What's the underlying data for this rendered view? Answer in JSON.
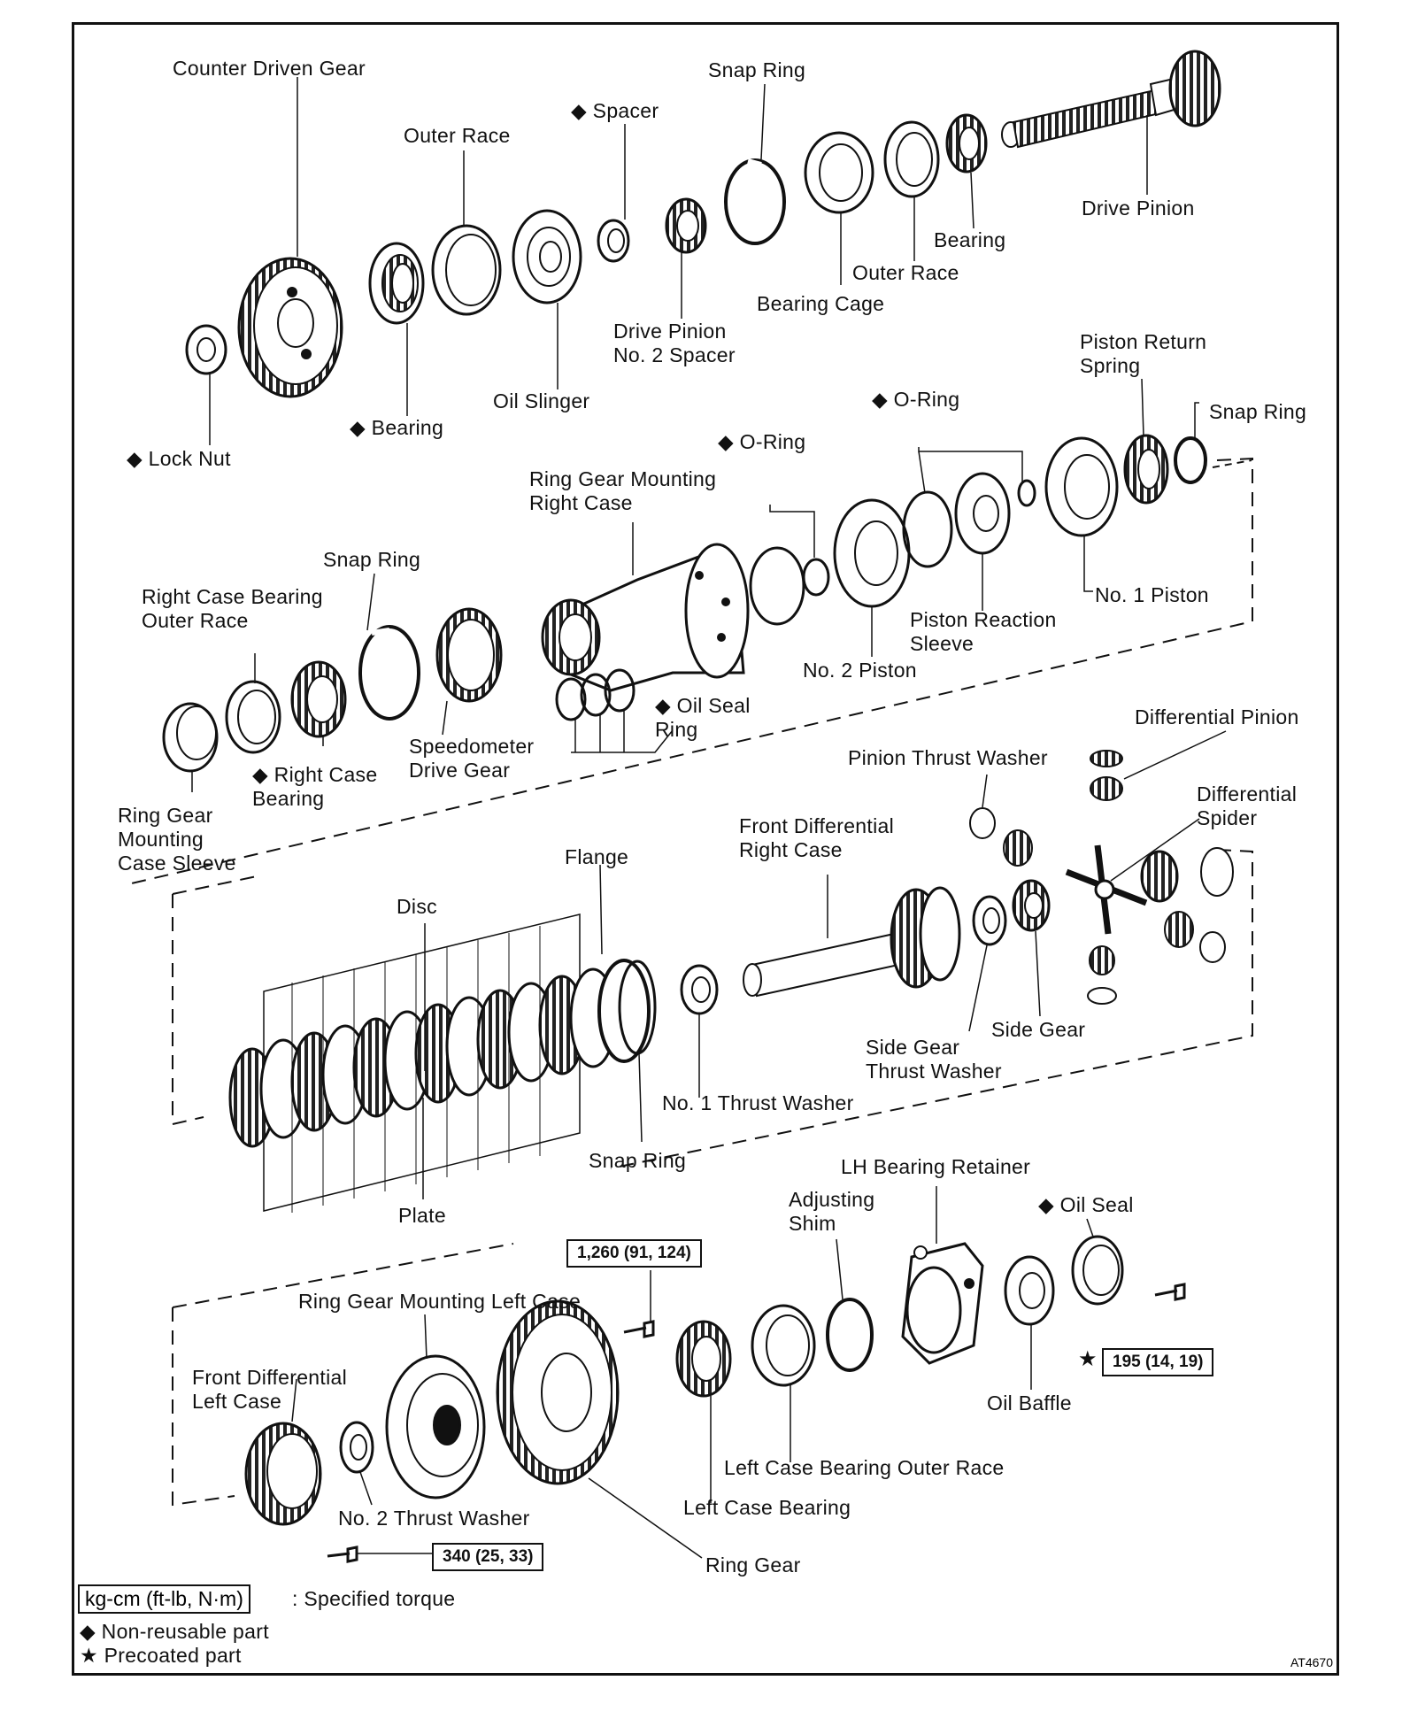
{
  "labels": {
    "counter_driven_gear": "Counter Driven Gear",
    "snap_ring_1": "Snap Ring",
    "spacer": "◆ Spacer",
    "outer_race_1": "Outer Race",
    "drive_pinion": "Drive Pinion",
    "bearing_1": "Bearing",
    "outer_race_2": "Outer Race",
    "bearing_cage": "Bearing Cage",
    "drive_pinion_no2_spacer": "Drive Pinion\nNo. 2 Spacer",
    "oil_slinger": "Oil Slinger",
    "bearing_2": "◆ Bearing",
    "lock_nut": "◆ Lock Nut",
    "piston_return_spring": "Piston Return\nSpring",
    "snap_ring_2": "Snap Ring",
    "o_ring_1": "◆ O-Ring",
    "o_ring_2": "◆ O-Ring",
    "ring_gear_mounting_right_case": "Ring Gear Mounting\nRight Case",
    "no1_piston": "No. 1 Piston",
    "piston_reaction_sleeve": "Piston Reaction\nSleeve",
    "no2_piston": "No. 2 Piston",
    "snap_ring_3": "Snap Ring",
    "right_case_bearing_outer_race": "Right Case Bearing\nOuter Race",
    "oil_seal_ring": "◆ Oil Seal\nRing",
    "speedometer_drive_gear": "Speedometer\nDrive Gear",
    "right_case_bearing": "◆ Right Case\nBearing",
    "ring_gear_mounting_case_sleeve": "Ring Gear\nMounting\nCase Sleeve",
    "differential_pinion": "Differential Pinion",
    "pinion_thrust_washer": "Pinion Thrust Washer",
    "differential_spider": "Differential\nSpider",
    "front_differential_right_case": "Front Differential\nRight Case",
    "flange": "Flange",
    "disc": "Disc",
    "side_gear": "Side Gear",
    "side_gear_thrust_washer": "Side Gear\nThrust Washer",
    "no1_thrust_washer": "No. 1 Thrust Washer",
    "snap_ring_4": "Snap Ring",
    "plate": "Plate",
    "lh_bearing_retainer": "LH Bearing Retainer",
    "adjusting_shim": "Adjusting\nShim",
    "oil_seal": "◆ Oil Seal",
    "ring_gear_mounting_left_case": "Ring Gear Mounting Left Case",
    "front_differential_left_case": "Front Differential\nLeft Case",
    "oil_baffle": "Oil Baffle",
    "left_case_bearing_outer_race": "Left Case Bearing Outer Race",
    "left_case_bearing": "Left Case Bearing",
    "no2_thrust_washer": "No. 2 Thrust Washer",
    "ring_gear": "Ring Gear"
  },
  "torques": {
    "t1": "1,260 (91, 124)",
    "t2": "195 (14, 19)",
    "t2_star": "★",
    "t3": "340 (25, 33)"
  },
  "legend": {
    "unit_box": "kg-cm (ft-lb, N·m)",
    "unit_text": ": Specified torque",
    "nonreusable": "◆ Non-reusable part",
    "precoated": "★ Precoated part"
  },
  "figure_code": "AT4670"
}
